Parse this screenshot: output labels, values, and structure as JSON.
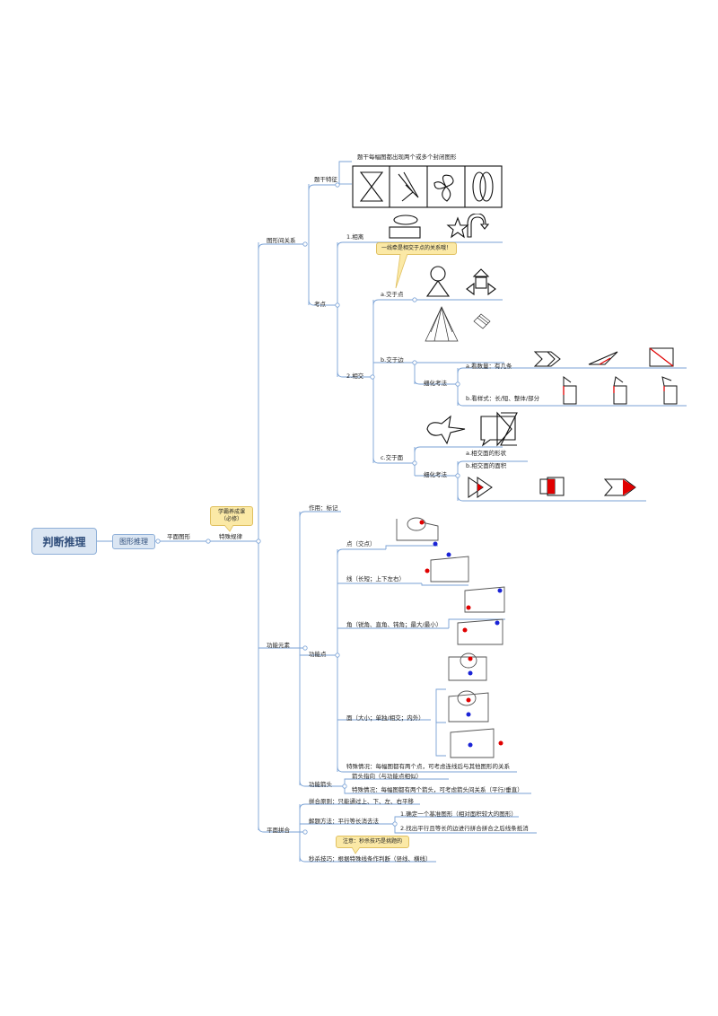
{
  "root": "判断推理",
  "level1": "图形推理",
  "plane": "平面图形",
  "special": "特殊规律",
  "callout_main": {
    "line1": "学霸养成课",
    "line2": "（必修）"
  },
  "relations": {
    "title": "图形间关系",
    "feature": {
      "title": "题干特征",
      "desc": "题干每幅图都出现两个或多个封闭图形"
    },
    "points": {
      "title": "考点",
      "separate": "1.相离",
      "intersect": "2.相交",
      "callout": "一线牵是相交于点的关系哦！",
      "at_point": "a.交于点",
      "at_edge": "b.交于边",
      "at_face": "c.交于面",
      "edge_detail": "细化考法",
      "edge_a": "a.看数量：有几条",
      "edge_b": "b.看样式：长/短、整体/部分",
      "face_detail": "细化考法",
      "face_a": "a.相交面的形状",
      "face_b": "b.相交面的面积"
    }
  },
  "functional": {
    "title": "功能元素",
    "usage": "作用：标记",
    "fpoint": "功能点",
    "dot": "点（交点）",
    "line": "线（长短；上下左右）",
    "angle": "角（锐角、直角、钝角；最大/最小）",
    "face": "面（大小；单独/相交；内外）",
    "special": "特殊情况：每幅图都有两个点，可考虑连线后与其他图形的关系",
    "arrow": "功能箭头",
    "arrow_dir": "箭头指向（与功能点相似）",
    "arrow_special": "特殊情况：每幅图都有两个箭头，可考虑箭头间关系（平行/垂直）"
  },
  "assembly": {
    "title": "平面拼合",
    "principle": "拼合原则：只能通过上、下、左、右平移",
    "method": "解题方法：平行等长消去法",
    "step1": "1.确定一个基准图形（相对面积较大的图形）",
    "step2": "2.找出平行且等长的边进行拼合拼合之后线条抵消",
    "note": "注意：秒杀技巧是挑题的",
    "trick": "秒杀技巧：根据特殊线条作判断（竖线、横线）"
  },
  "colors": {
    "line": "#7aa2d6",
    "red": "#e00000",
    "blue": "#1a23d6",
    "callout": "#fbe9a6"
  }
}
